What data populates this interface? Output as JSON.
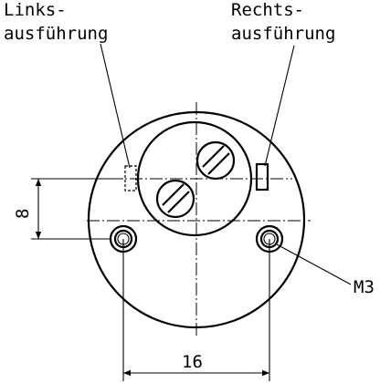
{
  "labels": {
    "left_variant_line1": "Links-",
    "left_variant_line2": "ausführung",
    "right_variant_line1": "Rechts-",
    "right_variant_line2": "ausführung",
    "dim_vertical": "8",
    "dim_horizontal": "16",
    "thread": "M3"
  }
}
